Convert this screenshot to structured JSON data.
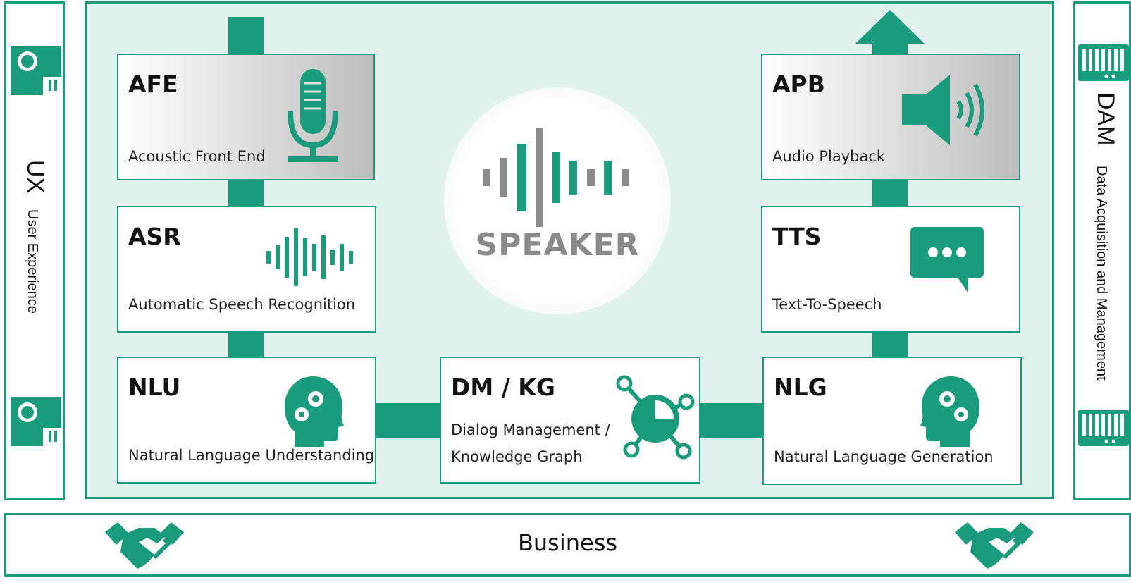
{
  "ux": {
    "abbr": "UX",
    "full": "User Experience"
  },
  "dam": {
    "abbr": "DAM",
    "full": "Data Acquisition and Management"
  },
  "business": {
    "label": "Business"
  },
  "center": {
    "label": "SPEAKER"
  },
  "modules": {
    "afe": {
      "abbr": "AFE",
      "full": "Acoustic Front End"
    },
    "asr": {
      "abbr": "ASR",
      "full": "Automatic Speech Recognition"
    },
    "nlu": {
      "abbr": "NLU",
      "full": "Natural Language Understanding"
    },
    "dmkg": {
      "abbr": "DM / KG",
      "full_line1": "Dialog Management /",
      "full_line2": "Knowledge Graph"
    },
    "nlg": {
      "abbr": "NLG",
      "full": "Natural Language Generation"
    },
    "tts": {
      "abbr": "TTS",
      "full": "Text-To-Speech"
    },
    "apb": {
      "abbr": "APB",
      "full": "Audio Playback"
    }
  },
  "icons": {
    "ux": "user-monitor-icon",
    "dam": "server-rack-icon",
    "afe": "microphone-icon",
    "asr": "waveform-icon",
    "nlu": "head-gears-icon",
    "dmkg": "network-graph-icon",
    "nlg": "head-gears-icon",
    "tts": "speech-bubble-icon",
    "apb": "speaker-volume-icon",
    "business": "handshake-icon"
  },
  "colors": {
    "accent": "#1a9b7b",
    "panel": "#e1f2ef",
    "gray": "#8a8a8a"
  }
}
